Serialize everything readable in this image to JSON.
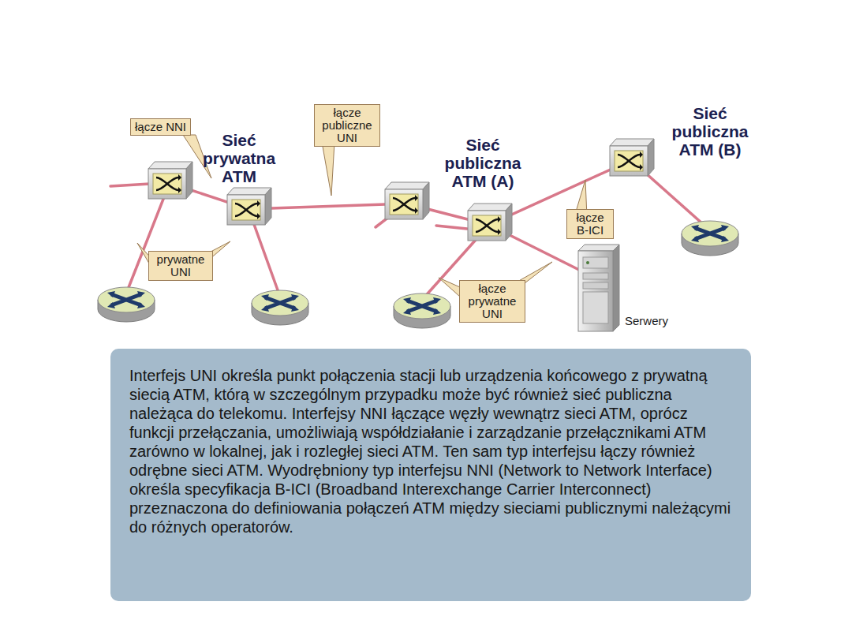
{
  "diagram": {
    "nodes": [
      {
        "text": [
          "Sieć prywatna ATM"
        ]
      },
      {
        "text": [
          "łącze NNI"
        ]
      },
      {
        "text": [
          "łącze publiczne UNI"
        ]
      },
      {
        "text": [
          "Sieć publiczna ATM (A)"
        ]
      },
      {
        "text": [
          "Sieć publiczna ATM (B)"
        ]
      },
      {
        "text": [
          "łącze B-ICI"
        ]
      },
      {
        "text": [
          "prywatne UNI"
        ]
      },
      {
        "text": [
          "łącze prywatne UNI"
        ]
      },
      {
        "text": [
          "Interfejs UNI określa punkt połączenia stacji lub urządzenia końcowego z prywatną siecią ATM, którą w szczególnym przypadku może być również sieć publiczna należąca do telekomu. Interfejsy NNI łączące węzły wewnątrz sieci ATM, oprócz funkcji przełączania, umożliwiają współdziałanie i zarządzanie przełącznikami ATM zarówno w lokalnej, jak i rozległej sieci ATM. Ten sam typ interfejsu łączy również odrębne sieci ATM. Wyodrębniony typ interfejsu NNI (Network to Network Interface) określa specyfikacja B-ICI (Broadband Interexchange Carrier Interconnect) przeznaczona do definiowania połączeń ATM między sieciami publicznymi należącymi do różnych operatorów."
        ]
      }
    ],
    "labels": [
      "Serwery"
    ]
  }
}
